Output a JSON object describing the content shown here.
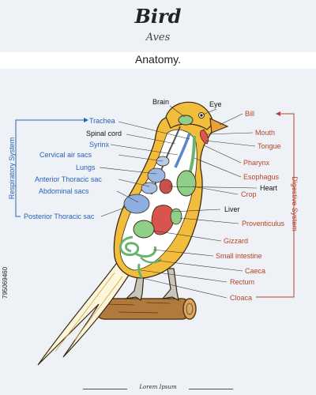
{
  "header": {
    "title": "Bird",
    "subtitle": "Aves",
    "heading": "Anatomy."
  },
  "systems": {
    "respiratory": "Respiratory System",
    "digestive": "Digestive System"
  },
  "labels": {
    "brain": "Brain",
    "eye": "Eye",
    "trachea": "Trachea",
    "spinal_cord": "Spinal cord",
    "syrinx": "Syrinx",
    "cervical_air_sacs": "Cervical air sacs",
    "lungs": "Lungs",
    "anterior_thoracic_sac": "Anterior Thoracic sac",
    "abdominal_sacs": "Abdominal sacs",
    "posterior_thoracic_sac": "Posterior Thoracic sac",
    "bill": "Bill",
    "mouth": "Mouth",
    "tongue": "Tongue",
    "pharynx": "Pharynx",
    "esophagus": "Esophagus",
    "heart": "Heart",
    "crop": "Crop",
    "liver": "Liver",
    "proventiculus": "Proventiculus",
    "gizzard": "Gizzard",
    "small_intestine": "Small intestine",
    "caeca": "Caeca",
    "rectum": "Rectum",
    "cloaca": "Cloaca"
  },
  "footer": {
    "text": "Lorem Ipsum"
  },
  "stock_id": "795069460",
  "colors": {
    "respiratory": "#2a62b8",
    "digestive": "#b8432a",
    "body": "#f2bd3c",
    "digestive_organs": "#8fcf8a",
    "lungs_fill": "#9bb6e0",
    "liver_fill": "#d9534f",
    "branch": "#a0703a"
  }
}
